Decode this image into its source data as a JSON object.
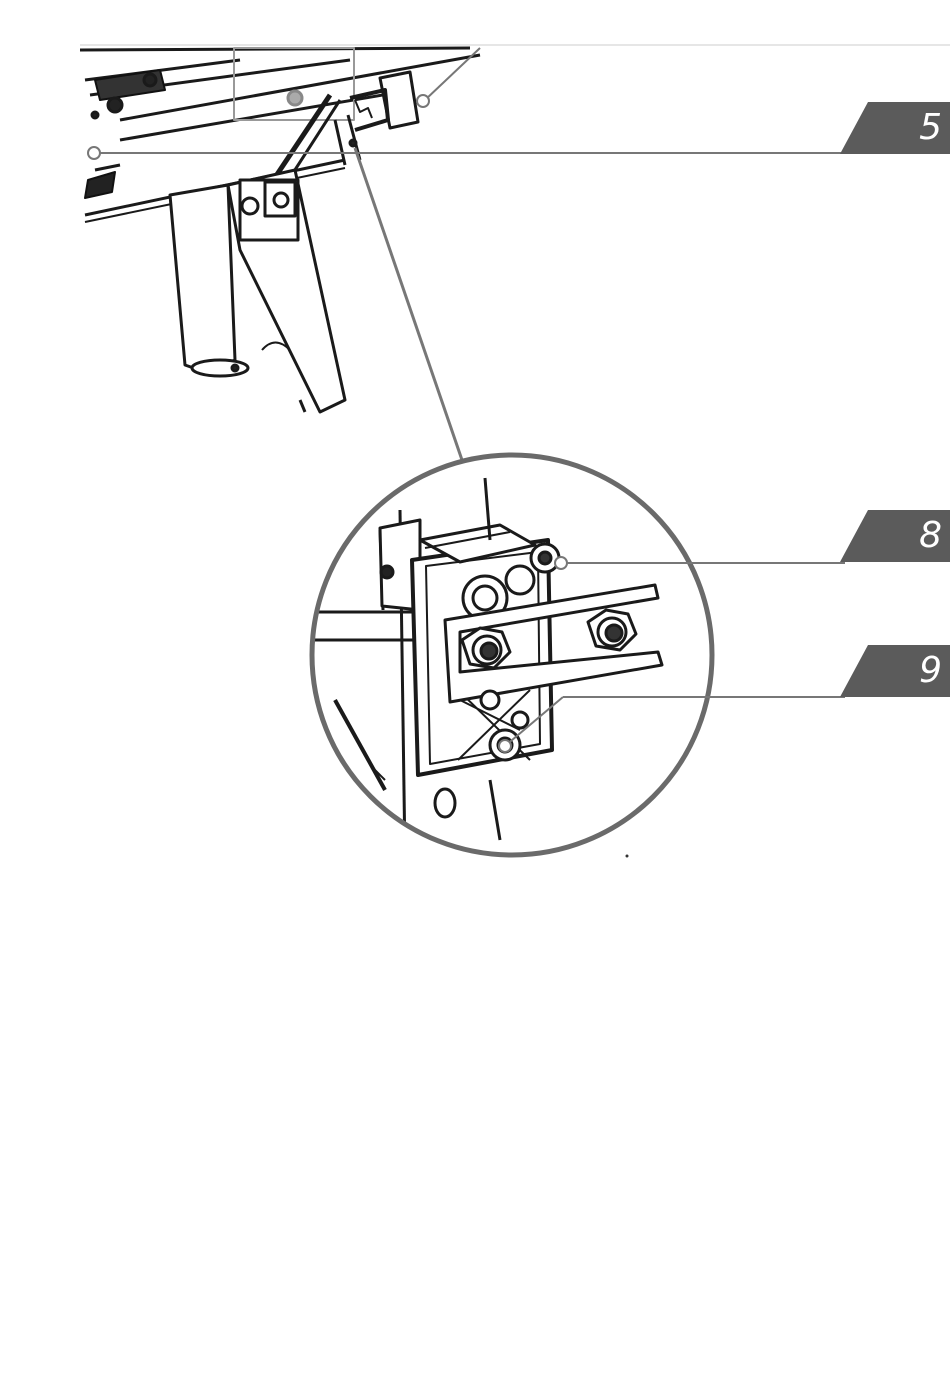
{
  "steps": {
    "step_a": "5",
    "step_b": "8",
    "step_c": "9"
  },
  "colors": {
    "tab_fill": "#5b5b5b",
    "line": "#1a1a1a",
    "callout_line": "#777777",
    "magnifier_ring": "#6a6a6a"
  }
}
